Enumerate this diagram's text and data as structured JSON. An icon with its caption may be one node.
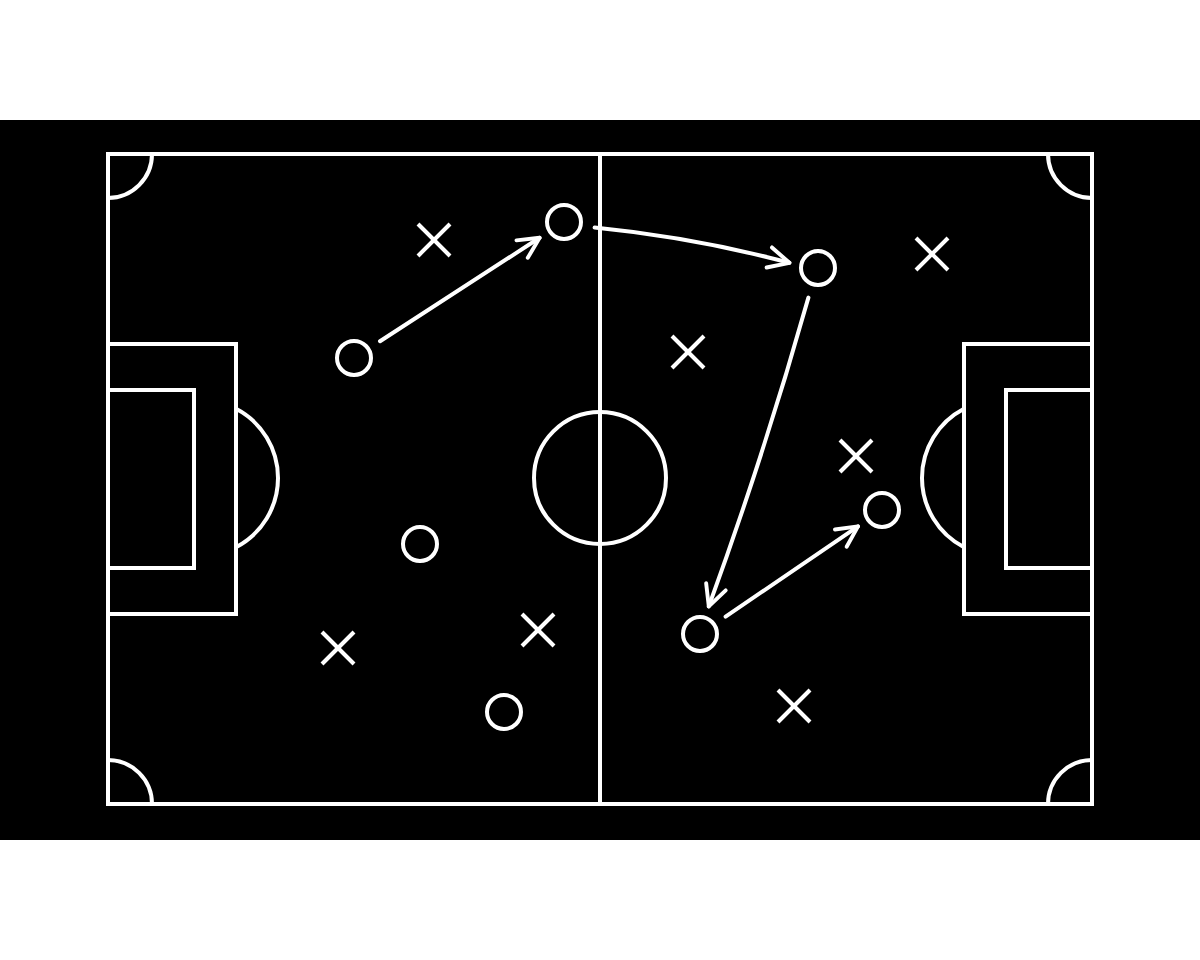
{
  "diagram": {
    "nodes": [
      {
        "text": [],
        "shape": "cross"
      },
      {
        "text": [],
        "shape": "circle"
      },
      {
        "text": [],
        "shape": "cross"
      },
      {
        "text": [],
        "shape": "circle"
      },
      {
        "text": [],
        "shape": "cross"
      },
      {
        "text": [],
        "shape": "circle"
      },
      {
        "text": [],
        "shape": "cross"
      },
      {
        "text": [],
        "shape": "circle"
      },
      {
        "text": [],
        "shape": "circle"
      },
      {
        "text": [],
        "shape": "cross"
      },
      {
        "text": [],
        "shape": "cross"
      },
      {
        "text": [],
        "shape": "circle"
      },
      {
        "text": [],
        "shape": "circle"
      },
      {
        "text": [],
        "shape": "cross"
      }
    ],
    "edges": [
      {
        "from": 5,
        "to": 1,
        "arrow": "to"
      },
      {
        "from": 1,
        "to": 3,
        "arrow": "to"
      },
      {
        "from": 3,
        "to": 11,
        "arrow": "to"
      },
      {
        "from": 11,
        "to": 7,
        "arrow": "to"
      }
    ]
  }
}
